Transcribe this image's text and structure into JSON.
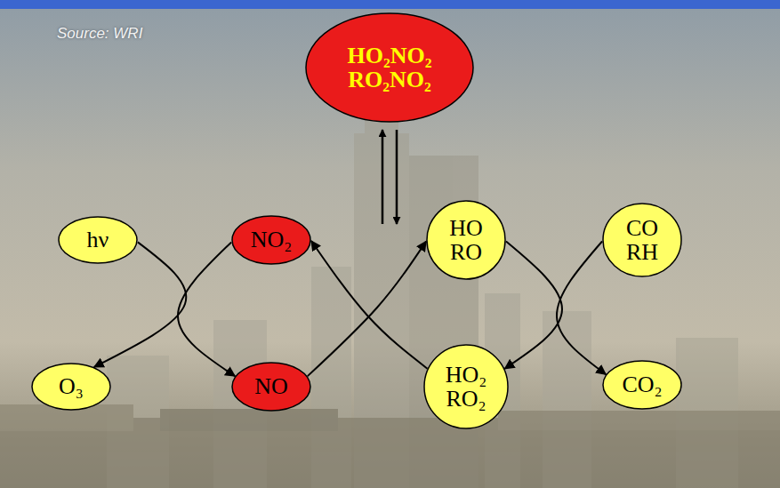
{
  "diagram": {
    "nodes": [
      {
        "text": [
          "HO₂NO₂ RO₂NO₂"
        ]
      },
      {
        "text": [
          "hν"
        ]
      },
      {
        "text": [
          "NO₂"
        ]
      },
      {
        "text": [
          "HO RO"
        ]
      },
      {
        "text": [
          "CO RH"
        ]
      },
      {
        "text": [
          "O₃"
        ]
      },
      {
        "text": [
          "NO"
        ]
      },
      {
        "text": [
          "HO₂ RO₂"
        ]
      },
      {
        "text": [
          "CO₂"
        ]
      }
    ],
    "edges": [
      {
        "from": 1,
        "to": 5,
        "arrow": "to"
      },
      {
        "from": 2,
        "to": 6,
        "arrow": "to"
      },
      {
        "from": 6,
        "to": 3,
        "arrow": "to"
      },
      {
        "from": 7,
        "to": 2,
        "arrow": "to"
      },
      {
        "from": 3,
        "to": 7,
        "arrow": "to"
      },
      {
        "from": 4,
        "to": 8,
        "arrow": "to"
      }
    ],
    "labels": [
      "Source: WRI"
    ]
  }
}
